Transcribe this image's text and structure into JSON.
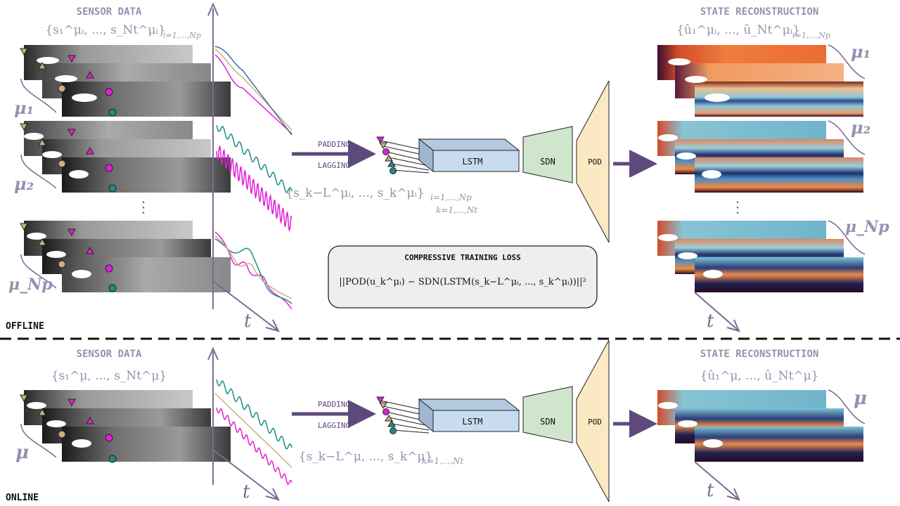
{
  "offline": {
    "sensor_title": "SENSOR DATA",
    "sensor_set": "{s₁^μᵢ, ..., s_Nt^μᵢ}",
    "sensor_set_sub": "i=1,...,Np",
    "state_title": "STATE RECONSTRUCTION",
    "state_set": "{û₁^μᵢ, ..., û_Nt^μᵢ}",
    "state_set_sub": "i=1,...,Np",
    "mu_labels": [
      "μ₁",
      "μ₂",
      "μ_Np"
    ],
    "state_mu_labels": [
      "μ₁",
      "μ₂",
      "μ_Np"
    ],
    "dots": "⋮",
    "time_label": "t",
    "padding": "PADDING",
    "lagging": "LAGGING",
    "lstm": "LSTM",
    "sdn": "SDN",
    "pod": "POD",
    "window_set": "{s_k−L^μᵢ, ..., s_k^μᵢ}",
    "window_sub1": "i=1,...,Np",
    "window_sub2": "k=1,...,Nt",
    "loss_title": "COMPRESSIVE TRAINING LOSS",
    "loss_formula": "||POD(u_k^μᵢ) − SDN(LSTM(s_k−L^μᵢ, ..., s_k^μᵢ))||²",
    "phase": "OFFLINE"
  },
  "online": {
    "sensor_title": "SENSOR DATA",
    "sensor_set": "{s₁^μ, ..., s_Nt^μ}",
    "state_title": "STATE RECONSTRUCTION",
    "state_set": "{û₁^μ, ..., û_Nt^μ}",
    "mu_label": "μ",
    "state_mu_label": "μ",
    "time_label": "t",
    "padding": "PADDING",
    "lagging": "LAGGING",
    "lstm": "LSTM",
    "sdn": "SDN",
    "pod": "POD",
    "window_set": "{s_k−L^μ, ..., s_k^μ}",
    "window_sub": "k=1,...,Nt",
    "phase": "ONLINE"
  },
  "colors": {
    "accent": "#7b6b94",
    "label": "#9a8fb0",
    "lstm_fill": "#c8dcf0",
    "sdn_fill": "#cfe6cc",
    "pod_fill": "#fbe9c3",
    "loss_fill": "#eeeeee",
    "sensor_tri_tan": "#c9b27a",
    "sensor_magenta": "#e020d8",
    "sensor_teal": "#1f8a88",
    "sensor_olive": "#c9b27a"
  }
}
